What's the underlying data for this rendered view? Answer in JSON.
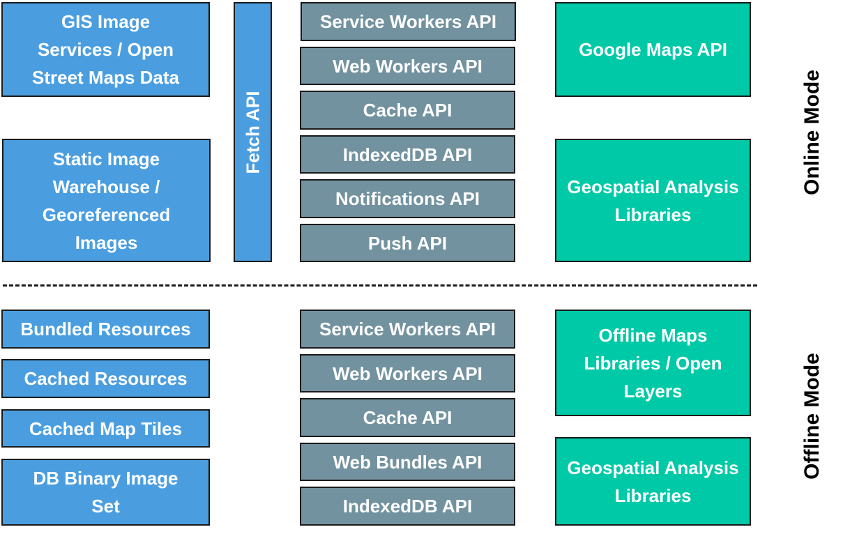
{
  "online": {
    "mode_label": "Online Mode",
    "sources": [
      "GIS Image Services / Open Street Maps Data",
      "Static Image Warehouse / Georeferenced Images"
    ],
    "fetch_api": "Fetch API",
    "apis": [
      "Service Workers API",
      "Web Workers API",
      "Cache API",
      "IndexedDB API",
      "Notifications API",
      "Push API"
    ],
    "libraries": [
      "Google Maps API",
      "Geospatial Analysis Libraries"
    ]
  },
  "offline": {
    "mode_label": "Offline Mode",
    "sources": [
      "Bundled Resources",
      "Cached Resources",
      "Cached Map Tiles",
      "DB Binary Image Set"
    ],
    "apis": [
      "Service Workers API",
      "Web Workers API",
      "Cache API",
      "Web Bundles API",
      "IndexedDB API"
    ],
    "libraries": [
      "Offline Maps Libraries / Open Layers",
      "Geospatial Analysis Libraries"
    ]
  },
  "colors": {
    "source_blue": "#4a9ee0",
    "api_gray": "#72929f",
    "library_green": "#00c9a7"
  }
}
